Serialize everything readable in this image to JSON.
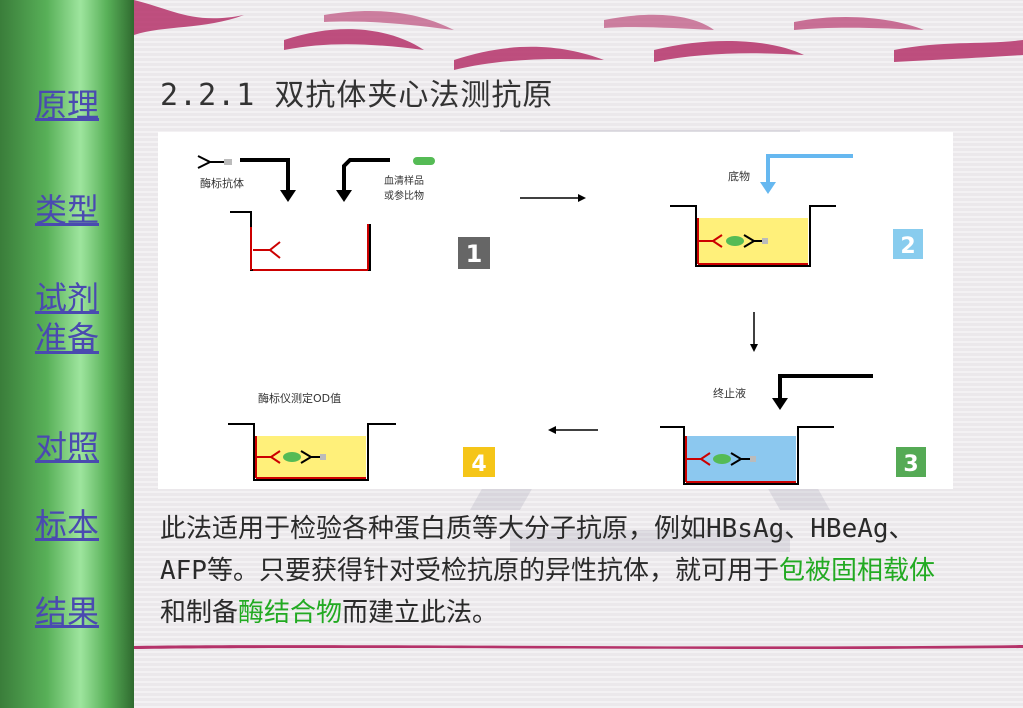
{
  "sidebar": {
    "items": [
      {
        "label": "原理"
      },
      {
        "label": "类型"
      },
      {
        "label": "试剂\n准备"
      },
      {
        "label": "对照"
      },
      {
        "label": "标本"
      },
      {
        "label": "结果"
      }
    ]
  },
  "title": "2.2.1  双抗体夹心法测抗原",
  "diagram": {
    "step1": {
      "label_left": "酶标抗体",
      "label_right_1": "血清样品",
      "label_right_2": "或参比物",
      "badge": "1"
    },
    "step2": {
      "label": "底物",
      "badge": "2"
    },
    "step3": {
      "label": "终止液",
      "badge": "3"
    },
    "step4": {
      "label": "酶标仪测定OD值",
      "badge": "4"
    }
  },
  "paragraph": {
    "part1": "此法适用于检验各种蛋白质等大分子抗原，例如HBsAg、HBeAg、AFP等。只要获得针对受检抗原的异性抗体，就可用于",
    "highlight1": "包被固相载体",
    "part2": "和制备",
    "highlight2": "酶结合物",
    "part3": "而建立此法。"
  },
  "colors": {
    "sidebar_green": "#58b058",
    "link_blue": "#4a4ab0",
    "highlight_green": "#22aa22",
    "badge1": "#666666",
    "badge2": "#88ccee",
    "badge3": "#55aa55",
    "badge4": "#f5c518"
  }
}
